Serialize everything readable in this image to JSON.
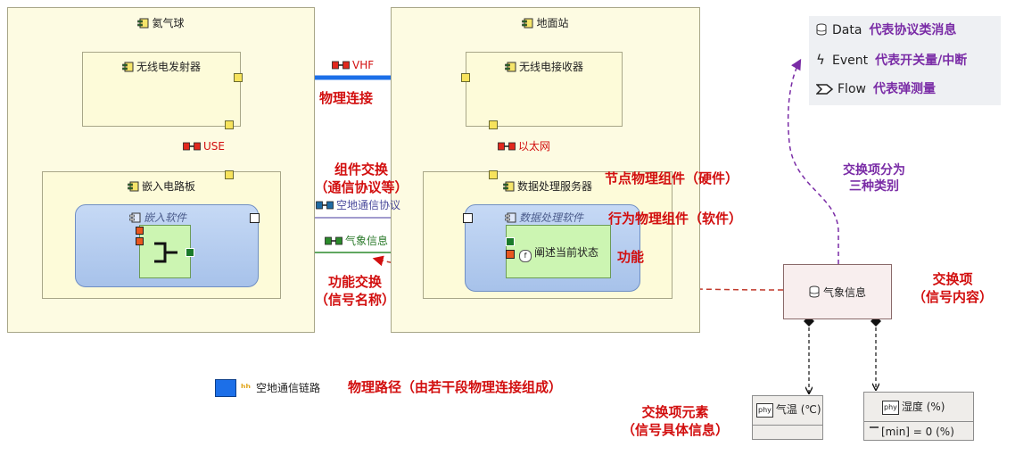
{
  "colors": {
    "physical_link": "#1c6fe8",
    "annotation": "#d20f0f",
    "legend_desc": "#7a2ca6"
  },
  "nodes": {
    "balloon": {
      "title": "氦气球",
      "icon": "component-icon"
    },
    "ground_station": {
      "title": "地面站",
      "icon": "component-icon"
    }
  },
  "components": {
    "transmitter": "无线电发射器",
    "receiver": "无线电接收器",
    "embedded_board": "嵌入电路板",
    "data_server": "数据处理服务器",
    "embedded_software": "嵌入软件",
    "data_software": "数据处理软件"
  },
  "functions": {
    "describe_state": "阐述当前状态"
  },
  "links": {
    "vhf": "VHF",
    "use": "USE",
    "ethernet": "以太网"
  },
  "exchanges": {
    "comm_protocol": "空地通信协议",
    "weather_info": "气象信息"
  },
  "annotations": {
    "physical_connection": "物理连接",
    "component_exchange_1": "组件交换",
    "component_exchange_2": "（通信协议等）",
    "functional_exchange_1": "功能交换",
    "functional_exchange_2": "（信号名称）",
    "node_component": "节点物理组件（硬件）",
    "behavior_component": "行为物理组件（软件）",
    "function": "功能",
    "exchange_item_1": "交换项",
    "exchange_item_2": "（信号内容）",
    "three_kinds_1": "交换项分为",
    "three_kinds_2": "三种类别",
    "element_1": "交换项元素",
    "element_2": "（信号具体信息）",
    "physical_path": "物理路径（由若干段物理连接组成）"
  },
  "legend": [
    {
      "kind": "Data",
      "desc": "代表协议类消息",
      "icon": "database-icon"
    },
    {
      "kind": "Event",
      "desc": "代表开关量/中断",
      "icon": "lightning-icon"
    },
    {
      "kind": "Flow",
      "desc": "代表弹测量",
      "icon": "flow-icon"
    }
  ],
  "physical_path": {
    "label": "空地通信链路"
  },
  "exchange_item": {
    "name": "气象信息",
    "icon": "database-icon"
  },
  "elements": [
    {
      "name": "气温 (℃)",
      "tag": "phy"
    },
    {
      "name": "湿度 (%)",
      "tag": "phy",
      "property": "[min]  = 0 (%)"
    }
  ]
}
